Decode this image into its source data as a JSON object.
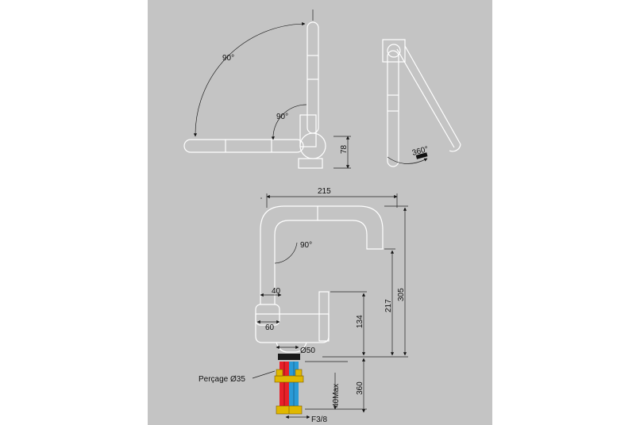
{
  "labels": {
    "angle_top_left": "90°",
    "angle_top_inner": "90°",
    "angle_rotation": "360°",
    "angle_main": "90°",
    "dim_height_top": "78",
    "dim_width": "215",
    "dim_total_height": "305",
    "dim_spout_height": "217",
    "dim_body_height": "134",
    "dim_lever": "40",
    "dim_body_width": "60",
    "dim_base_diameter": "Ø50",
    "dim_hoses": "360",
    "dim_max_thickness": "40Max",
    "dim_thread": "F3/8",
    "drilling": "Perçage Ø35"
  },
  "colors": {
    "panel": "#c4c4c4",
    "outline": "#ffffff",
    "dimension": "#222222",
    "hot": "#e8202a",
    "cold": "#2a9ad6",
    "fitting": "#e0b800"
  }
}
